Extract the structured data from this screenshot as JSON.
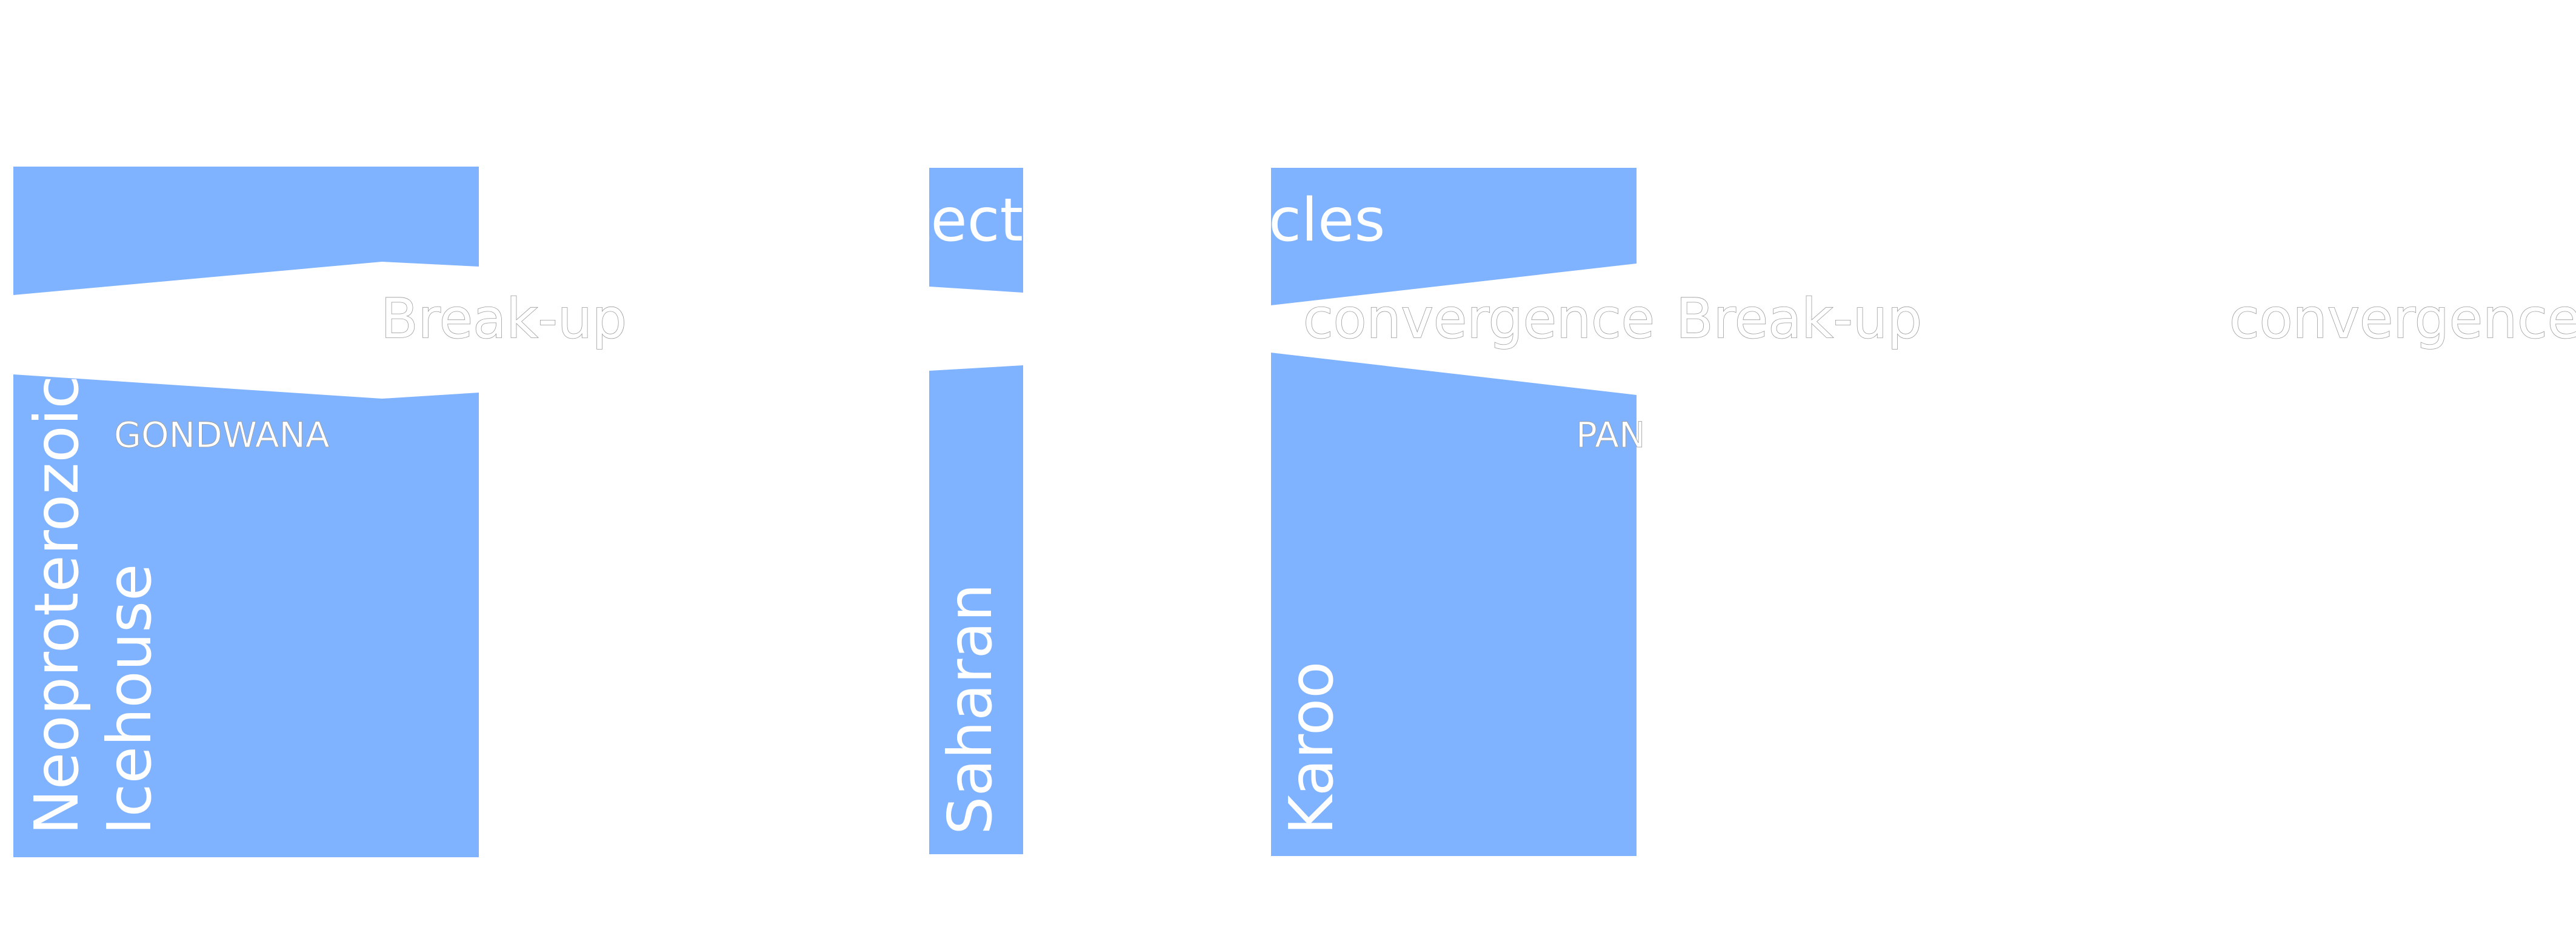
{
  "diagram": {
    "colors": {
      "shape_fill": "#80b3ff",
      "label": "#ffffff",
      "label_outline": "#9a9a9a",
      "background": "#ffffff"
    },
    "title_fragments": {
      "left": "tect",
      "right": "cles"
    },
    "labels": {
      "break_up_1": "Break-up",
      "break_up_2": "Break-up",
      "convergence_1": "convergence",
      "convergence_2": "convergence",
      "gondwana": "GONDWANA",
      "pangaea_partial": "PAN"
    },
    "icehouse_periods": {
      "neoproterozoic_line1": "Neoproterozoic",
      "neoproterozoic_line2": "Icehouse",
      "saharan": "Saharan",
      "karoo": "Karoo"
    }
  }
}
